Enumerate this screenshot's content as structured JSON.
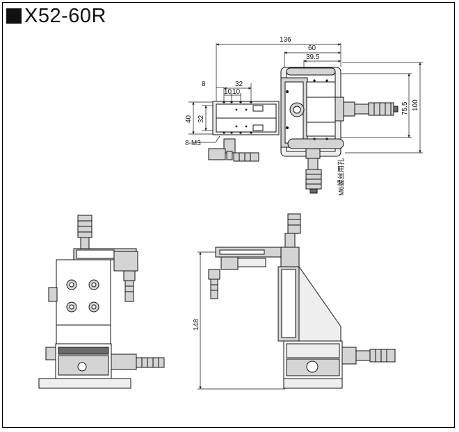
{
  "title": "X52-60R",
  "dimensions": {
    "d136": "136",
    "d60": "60",
    "d39_5": "39.5",
    "d8": "8",
    "d32_top": "32",
    "d10a": "10",
    "d10b": "10",
    "d40": "40",
    "d32_left": "32",
    "d75_5": "75.5",
    "d100": "100",
    "d148": "148"
  },
  "annotations": {
    "thread_holes": "8-M3",
    "mount_hole": "M6螺丝用孔"
  },
  "colors": {
    "line": "#111111",
    "stage_fill": "#d4d4d4",
    "dark_fill": "#6a6a6a",
    "light_fill": "#eeeeee"
  }
}
